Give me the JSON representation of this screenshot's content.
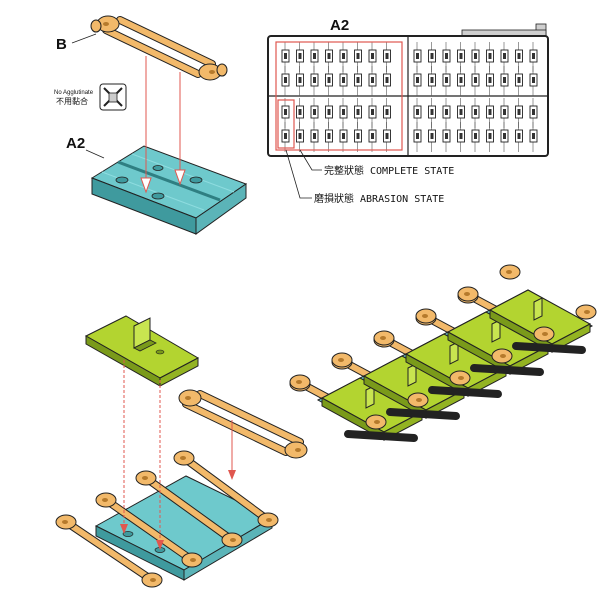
{
  "step1": {
    "label_b": "B",
    "label_a2": "A2",
    "note_en": "No Agglutinate",
    "note_cn": "不用黏合",
    "note_icon": "no-glue-icon"
  },
  "sprue": {
    "label": "A2",
    "callout_complete": "完整狀態 COMPLETE STATE",
    "callout_abrasion": "磨損狀態 ABRASION  STATE"
  },
  "colors": {
    "pin": "#f2b96a",
    "pin_dark": "#b57a2c",
    "track_blue": "#6ec9cc",
    "track_blue_dark": "#3f9a9e",
    "pad_green": "#b3d430",
    "pad_green_dark": "#7a9a1a",
    "arrow": "#e0574f",
    "callout_red": "#e0574f",
    "line": "#222222"
  }
}
